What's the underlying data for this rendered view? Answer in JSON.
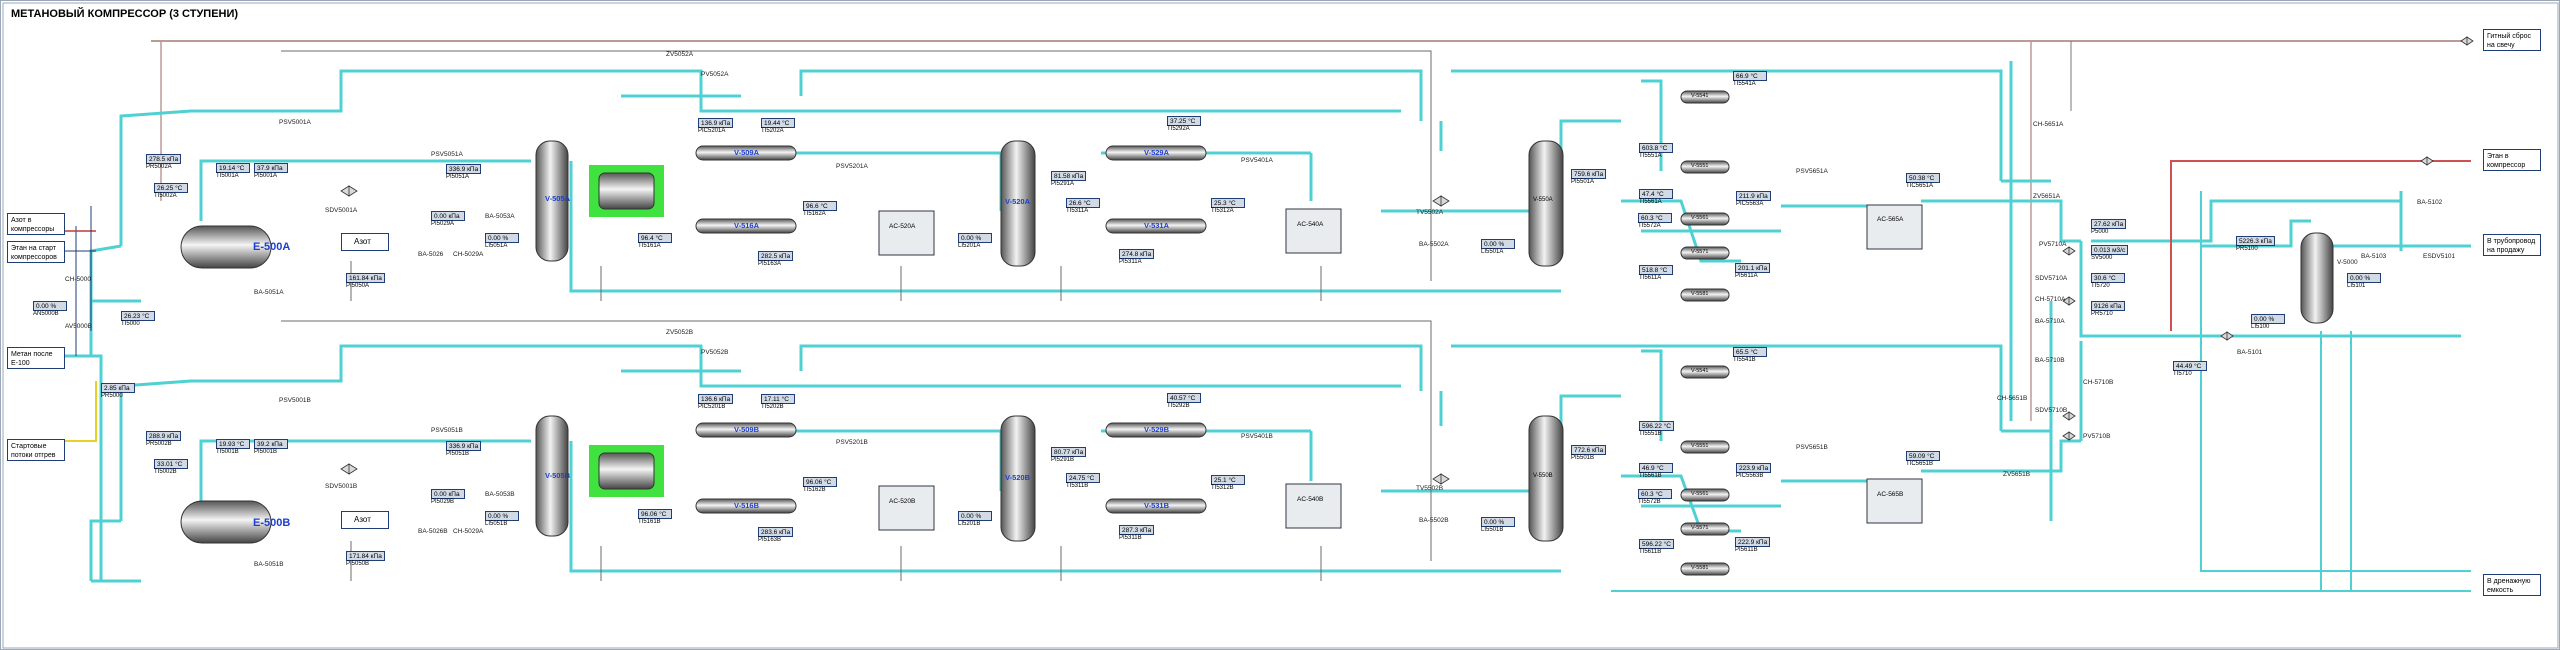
{
  "title": "МЕТАНОВЫЙ КОМПРЕССОР (3 СТУПЕНИ)",
  "external": {
    "flare": "Гитный сброс на свечу",
    "ethane_comp": "Этан в компрессор",
    "pipeline": "В трубопровод на продажу",
    "drain": "В дренажную емкость",
    "nitrogen_comp": "Азот в компрессоры",
    "ethane_start": "Этан на старт компрессоров",
    "methane_e100": "Метан после Е-100",
    "start_flows": "Стартовые потоки отгрев"
  },
  "azot_label": "Азот",
  "trains": {
    "a": {
      "e500": "E-500A",
      "v505": "V-505A",
      "v509": "V-509A",
      "v516": "V-516A",
      "v520": "V-520A",
      "v529": "V-529A",
      "v531": "V-531A",
      "v550": "V-550A",
      "ac520": "AC-520A",
      "ac540": "AC-540A",
      "ac565": "AC-565A",
      "psv5001": "PSV5001A",
      "psv5051": "PSV5051A",
      "psv5201": "PSV5201A",
      "psv5401": "PSV5401A",
      "psv5651": "PSV5651A",
      "sdv5001": "SDV5001A",
      "ba5053": "BA-5053A",
      "ba5026": "BA-5026",
      "ch5029": "CH-5029A",
      "ba5051": "BA-5051A",
      "zv5052": "ZV5052A",
      "pv5052": "PV5052A",
      "tv5502": "TV5502A",
      "ba5502": "BA-5502A",
      "v5541": "V-5541",
      "v5551": "V-5551",
      "v5561": "V-5561",
      "v5571": "V-5571",
      "v5581": "V-5581",
      "vals": {
        "pr5002": {
          "v": "278.5 кПа",
          "t": "PR5002A"
        },
        "tr5002": {
          "v": "26.25 °C",
          "t": "TI5002A"
        },
        "tr5001": {
          "v": "19.14 °C",
          "t": "TI5001A"
        },
        "pr5001": {
          "v": "37.9 кПа",
          "t": "PI5001A"
        },
        "pr5051": {
          "v": "336.9 кПа",
          "t": "PI5051A"
        },
        "lr5051": {
          "v": "0.00 %",
          "t": "LI5051A"
        },
        "pr5029": {
          "v": "0.00 кПа",
          "t": "PI5029A"
        },
        "pr5050": {
          "v": "161.84 кПа",
          "t": "PI5050A"
        },
        "pr5201": {
          "v": "136.9 кПа",
          "t": "PIC5201A"
        },
        "tr5202": {
          "v": "19.44 °C",
          "t": "TI5202A"
        },
        "tr5162": {
          "v": "96.6 °C",
          "t": "TI5162A"
        },
        "tr5161": {
          "v": "96.4 °C",
          "t": "TI5161A"
        },
        "pr5163": {
          "v": "282.5 кПа",
          "t": "PI5163A"
        },
        "pr5291": {
          "v": "81.58 кПа",
          "t": "PI5291A"
        },
        "tr5311": {
          "v": "26.6 °C",
          "t": "TI5311A"
        },
        "lr5201": {
          "v": "0.00 %",
          "t": "LI5201A"
        },
        "tr5292": {
          "v": "37.25 °C",
          "t": "TI5292A"
        },
        "tr5312": {
          "v": "25.3 °C",
          "t": "TI5312A"
        },
        "pr5311": {
          "v": "274.8 кПа",
          "t": "PI5311A"
        },
        "pr5501": {
          "v": "759.6 кПа",
          "t": "PI5501A"
        },
        "lr5501": {
          "v": "0.00 %",
          "t": "LI5501A"
        },
        "tr5541": {
          "v": "66.9 °C",
          "t": "TI5541A"
        },
        "tr5551": {
          "v": "603.8 °C",
          "t": "TI5551A"
        },
        "tr5561": {
          "v": "47.4 °C",
          "t": "TI5561A"
        },
        "tr5572": {
          "v": "60.3 °C",
          "t": "TI5572A"
        },
        "pr5563": {
          "v": "211.9 кПа",
          "t": "PIC5563A"
        },
        "tr5611": {
          "v": "518.8 °C",
          "t": "TI5611A"
        },
        "pr5611": {
          "v": "201.1 кПа",
          "t": "PI5611A"
        },
        "tr5651": {
          "v": "50.38 °C",
          "t": "TIC5651A"
        }
      }
    },
    "b": {
      "e500": "E-500B",
      "v505": "V-505B",
      "v509": "V-509B",
      "v516": "V-516B",
      "v520": "V-520B",
      "v529": "V-529B",
      "v531": "V-531B",
      "v550": "V-550B",
      "ac520": "AC-520B",
      "ac540": "AC-540B",
      "ac565": "AC-565B",
      "psv5001": "PSV5001B",
      "psv5051": "PSV5051B",
      "psv5201": "PSV5201B",
      "psv5401": "PSV5401B",
      "psv5651": "PSV5651B",
      "sdv5001": "SDV5001B",
      "ba5053": "BA-5053B",
      "ba5026": "BA-5026B",
      "ch5029": "CH-5029A",
      "ba5051": "BA-5051B",
      "zv5052": "ZV5052B",
      "pv5052": "PV5052B",
      "tv5502": "TV5502B",
      "ba5502": "BA-5502B",
      "v5541": "V-5541",
      "v5551": "V-5551",
      "v5561": "V-5561",
      "v5571": "V-5571",
      "v5581": "V-5581",
      "vals": {
        "pr5002": {
          "v": "288.9 кПа",
          "t": "PR5002B"
        },
        "tr5002": {
          "v": "33.01 °C",
          "t": "TI5002B"
        },
        "tr5001": {
          "v": "19.93 °C",
          "t": "TI5001B"
        },
        "pr5001": {
          "v": "39.2 кПа",
          "t": "PI5001B"
        },
        "pr5051": {
          "v": "336.9 кПа",
          "t": "PI5051B"
        },
        "lr5051": {
          "v": "0.00 %",
          "t": "LI5051B"
        },
        "pr5029": {
          "v": "0.00 кПа",
          "t": "PI5029B"
        },
        "pr5050": {
          "v": "171.84 кПа",
          "t": "PI5050B"
        },
        "pr5201": {
          "v": "136.6 кПа",
          "t": "PIC5201B"
        },
        "tr5202": {
          "v": "17.11 °C",
          "t": "TI5202B"
        },
        "tr5162": {
          "v": "96.06 °C",
          "t": "TI5162B"
        },
        "tr5161": {
          "v": "96.06 °C",
          "t": "TI5161B"
        },
        "pr5163": {
          "v": "283.6 кПа",
          "t": "PI5163B"
        },
        "pr5291": {
          "v": "80.77 кПа",
          "t": "PI5291B"
        },
        "tr5311": {
          "v": "24.75 °C",
          "t": "TI5311B"
        },
        "lr5201": {
          "v": "0.00 %",
          "t": "LI5201B"
        },
        "tr5292": {
          "v": "40.57 °C",
          "t": "TI5292B"
        },
        "tr5312": {
          "v": "25.1 °C",
          "t": "TI5312B"
        },
        "pr5311": {
          "v": "287.3 кПа",
          "t": "PI5311B"
        },
        "pr5501": {
          "v": "772.6 кПа",
          "t": "PI5501B"
        },
        "lr5501": {
          "v": "0.00 %",
          "t": "LI5501B"
        },
        "tr5541": {
          "v": "65.5 °C",
          "t": "TI5541B"
        },
        "tr5551": {
          "v": "596.22 °C",
          "t": "TI5551B"
        },
        "tr5561": {
          "v": "46.9 °C",
          "t": "TI5561B"
        },
        "tr5572": {
          "v": "60.3 °C",
          "t": "TI5572B"
        },
        "pr5563": {
          "v": "223.9 кПа",
          "t": "PIC5563B"
        },
        "tr5611": {
          "v": "596.22 °C",
          "t": "TI5611B"
        },
        "pr5611": {
          "v": "222.9 кПа",
          "t": "PI5611B"
        },
        "tr5651": {
          "v": "59.09 °C",
          "t": "TIC5651B"
        }
      }
    }
  },
  "common": {
    "ch5000": "CH-5000",
    "av5000": "AV5000B",
    "an5000": {
      "v": "0.00 %",
      "t": "AN5000B"
    },
    "tr5000": {
      "v": "26.23 °C",
      "t": "TI5000"
    },
    "pr5000": {
      "v": "2.85 кПа",
      "t": "PR5000"
    },
    "ch5651": "CH-5651A",
    "zv5651": "ZV5651A",
    "ch5651b": "CH-5651B",
    "zv5651b": "ZV5651B",
    "pv5710a": "PV5710A",
    "sdv5710a": "SDV5710A",
    "ch5710a": "CH-5710A",
    "ba5710a": "BA-5710A",
    "ba5710b": "BA-5710B",
    "ch5710b": "CH-5710B",
    "sdv5710b": "SDV5710B",
    "pv5710b": "PV5710B",
    "v5000": "V-5000",
    "ba5102": "BA-5102",
    "ba5103": "BA-5103",
    "esdv5101": "ESDV5101",
    "ba5101": "BA-5101",
    "p5000": {
      "v": "27.62 кПа",
      "t": "P5000"
    },
    "sv5000": {
      "v": "0.013 м3/с",
      "t": "SV5000"
    },
    "tr5720": {
      "v": "30.6 °C",
      "t": "TI5720"
    },
    "pr5710": {
      "v": "9126 кПа",
      "t": "PR5710"
    },
    "pr5100": {
      "v": "5226.3 кПа",
      "t": "PR5100"
    },
    "lr5100": {
      "v": "0.00 %",
      "t": "LI5100"
    },
    "lr5101": {
      "v": "0.00 %",
      "t": "LI5101"
    },
    "tr5710": {
      "v": "44.49 °C",
      "t": "TI5710"
    }
  }
}
